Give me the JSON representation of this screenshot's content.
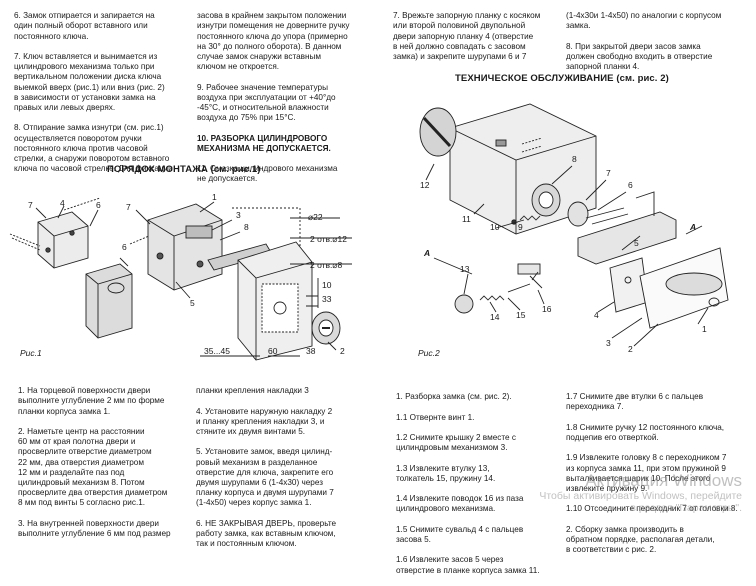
{
  "column1_top": {
    "paragraphs": [
      "6. Замок отпирается и запирается на\nодин полный оборот вставного или\nпостоянного ключа.",
      "7. Ключ вставляется и вынимается из\nцилиндрового механизма только при\nвертикальном положении диска ключа\nвыемкой вверх (рис.1) или вниз (рис. 2)\nв зависимости от установки замка на\nправых или левых дверях.",
      "8. Отпирание замка изнутри (см. рис.1)\nосуществляется поворотом ручки\nпостоянного ключа против часовой\nстрелки, а снаружи поворотом вставного\nключа по часовой стрелке. Для фиксации"
    ]
  },
  "column2_top": {
    "paragraphs": [
      "засова в крайнем закрытом положении\nизнутри помещения не доверните ручку\nпостоянного ключа до упора (примерно\nна 30° до полного оборота). В данном\nслучае замок снаружи вставным\nключом не откроется.",
      "9. Рабочее значение температуры\nвоздуха при эксплуатации от +40°до\n-45°С, и относительной влажности\nвоздуха до 75% при 15°С.",
      "11. Смазка цилиндрового механизма\nне допускается."
    ],
    "bold_note": "10. РАЗБОРКА ЦИЛИНДРОВОГО\nМЕХАНИЗМА НЕ ДОПУСКАЕТСЯ."
  },
  "column3_top": {
    "paragraphs": [
      "7. Врежьте запорную планку с косяком\nили второй половиной двупольной\nдвери запорную планку 4 (отверстие\nв ней должно совпадать с засовом\nзамка) и закрепите шурупами 6 и 7"
    ]
  },
  "column4_top": {
    "paragraphs": [
      "(1-4х30и 1-4х50) по аналогии с корпусом\nзамка.",
      "8. При закрытой двери засов замка\nдолжен свободно входить в отверстие\nзапорной планки 4."
    ]
  },
  "headings": {
    "mounting": "ПОРЯДОК МОНТАЖА (см. рис.1)",
    "maintenance": "ТЕХНИЧЕСКОЕ ОБСЛУЖИВАНИЕ  (см. рис. 2)"
  },
  "figures": {
    "fig1_caption": "Рис.1",
    "fig2_caption": "Рис.2",
    "fig1_labels": {
      "l7a": "7",
      "l4": "4",
      "l6a": "6",
      "l6b": "6",
      "l7b": "7",
      "l1": "1",
      "l3": "3",
      "l8": "8",
      "d22": "⌀22",
      "d12": "2 отв.⌀12",
      "d8": "2 отв.⌀8",
      "l5": "5",
      "m10": "10",
      "m33": "33",
      "m60": "60",
      "m38": "38",
      "m3545": "35...45",
      "l2": "2"
    },
    "fig2_labels": {
      "l12": "12",
      "l11": "11",
      "l8": "8",
      "l7": "7",
      "l6": "6",
      "l10": "10",
      "l9": "9",
      "l13": "13",
      "l14": "14",
      "l15": "15",
      "l16": "16",
      "l5": "5",
      "l4": "4",
      "l3": "3",
      "l2": "2",
      "l1": "1",
      "a1": "А",
      "a2": "А"
    }
  },
  "column1_bottom": {
    "paragraphs": [
      "1. На торцевой поверхности двери\nвыполните  углубление 2 мм по форме\nпланки  корпуса замка 1.",
      "2. Наметьте центр на расстоянии\n60 мм от края полотна  двери и\nпросверлите отверстие диаметром\n22 мм, два отверстия диаметром\n12 мм  и разделайте паз под\nцилиндровый механизм 8. Потом\nпросверлите два отверстия диаметром\n8 мм под винты 5 согласно рис.1.",
      "3. На внутренней поверхности двери\nвыполните углубление 6 мм под размер"
    ]
  },
  "column2_bottom": {
    "paragraphs": [
      "планки крепления накладки 3",
      "4. Установите наружную накладку 2\nи планку крепления накладки 3, и\nстяните их двумя винтами 5.",
      "5. Установите замок, введя цилинд-\nровый механизм в разделанное\nотверстие для ключа, закрепите его\nдвумя шурупами 6 (1-4х30) через\nпланку корпуса и двумя шурупами 7\n(1-4х50) через корпус замка 1.",
      "6. НЕ ЗАКРЫВАЯ ДВЕРЬ, проверьте\nработу замка, как вставным ключом,\nтак и постоянным ключом."
    ]
  },
  "column3_bottom": {
    "paragraphs": [
      "1.    Разборка замка (см. рис. 2).",
      "1.1  Отвернте винт 1.",
      "1.2  Снимите крышку 2 вместе с\nцилиндровым механизмом 3.",
      "1.3  Извлеките втулку 13,\nтолкатель 15, пружину 14.",
      "1.4  Извлеките поводок 16 из паза\nцилиндрового механизма.",
      "1.5  Снимите сувальд 4 с пальцев\nзасова 5.",
      "1.6  Извлеките засов 5 через\nотверстие в планке корпуса замка 11."
    ]
  },
  "column4_bottom": {
    "paragraphs": [
      "1.7  Снимите две втулки 6 с пальцев\nпереходника 7.",
      "1.8  Снимите ручку 12 постоянного ключа,\nподцепив его отверткой.",
      "1.9  Извлеките головку 8 с переходником 7\nиз корпуса замка 11, при этом пружиной 9\nвыталкивается шарик 10. После этого\nизвлеките пружину 9.",
      "1.10 Отсоедините переходник 7 от головки 8.",
      "2.    Сборку замка производить в\nобратном порядке, располагая детали,\nв соответствии с рис. 2."
    ]
  },
  "watermark": {
    "line1": "Активация Windows",
    "line2": "Чтобы активировать Windows, перейдите в раздел \"Параметры\"."
  }
}
